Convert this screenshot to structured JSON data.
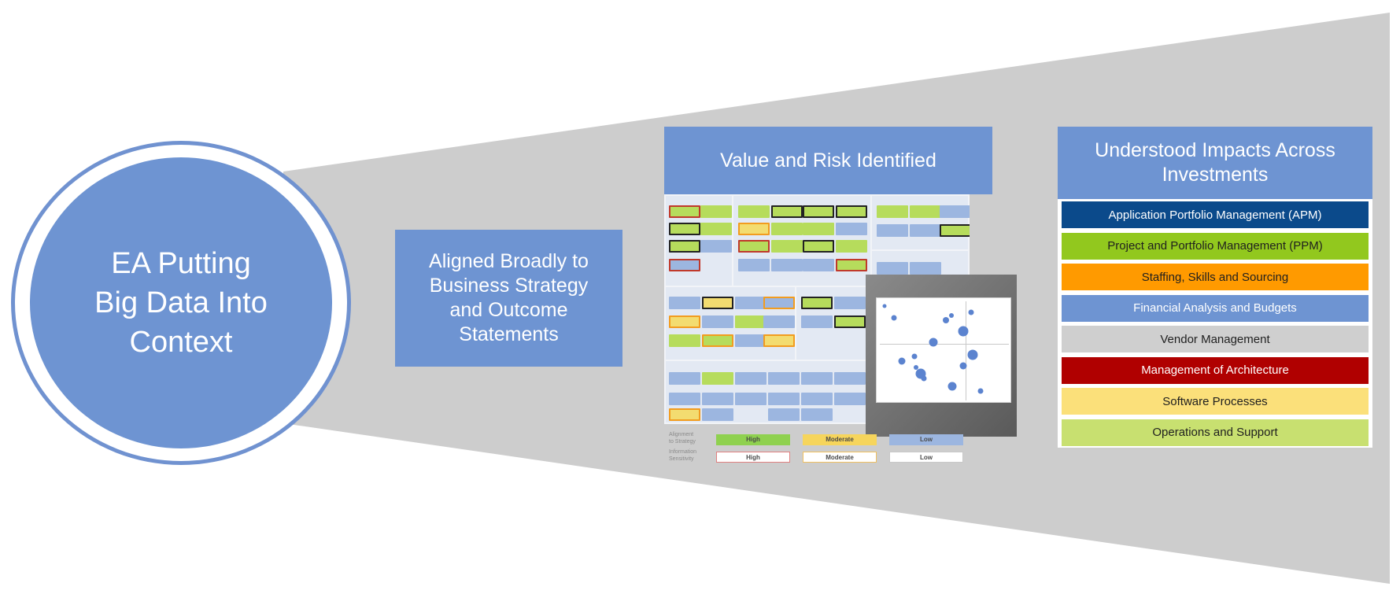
{
  "center": {
    "text": "EA Putting\nBig Data Into\nContext"
  },
  "aligned": {
    "text": "Aligned Broadly to\nBusiness Strategy\nand Outcome\nStatements"
  },
  "value_panel": {
    "title": "Value and Risk Identified",
    "legend": [
      {
        "label": "Alignment\nto Strategy",
        "chips": [
          "High",
          "Moderate",
          "Low"
        ],
        "colors": [
          "#8fd14f",
          "#f6d55c",
          "#9cb6e0"
        ]
      },
      {
        "label": "Information\nSensitivity",
        "chips": [
          "High",
          "Moderate",
          "Low"
        ],
        "colors": [
          "#ffffff",
          "#ffffff",
          "#ffffff"
        ]
      }
    ]
  },
  "impacts_panel": {
    "title": "Understood Impacts Across\nInvestments",
    "items": [
      {
        "label": "Application Portfolio Management (APM)",
        "color": "#0b4a8b",
        "text_color": "#ffffff"
      },
      {
        "label": "Project and Portfolio Management (PPM)",
        "color": "#92c81e",
        "text_color": "#1f1f1f"
      },
      {
        "label": "Staffing, Skills and Sourcing",
        "color": "#ff9a00",
        "text_color": "#1f1f1f"
      },
      {
        "label": "Financial Analysis and Budgets",
        "color": "#6e94d2",
        "text_color": "#ffffff"
      },
      {
        "label": "Vendor Management",
        "color": "#cfcfcf",
        "text_color": "#1f1f1f"
      },
      {
        "label": "Management of Architecture",
        "color": "#b00000",
        "text_color": "#ffffff"
      },
      {
        "label": "Software Processes",
        "color": "#fbe07a",
        "text_color": "#1f1f1f"
      },
      {
        "label": "Operations and Support",
        "color": "#c8e070",
        "text_color": "#1f1f1f"
      }
    ]
  }
}
